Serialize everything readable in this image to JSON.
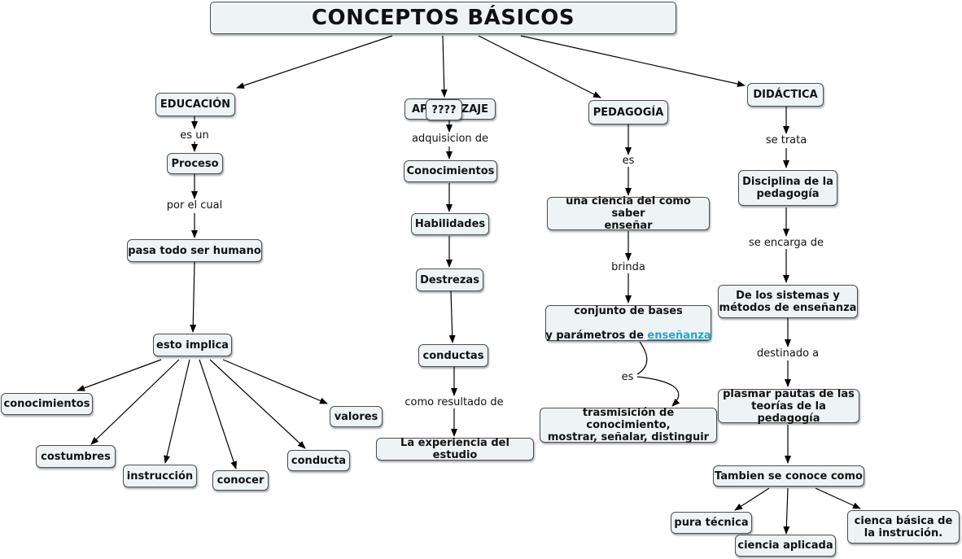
{
  "title": "CONCEPTOS BÁSICOS",
  "nodes": {
    "educacion": "EDUCACIÓN",
    "proceso": "Proceso",
    "pasa": "pasa todo ser humano",
    "implica": "esto implica",
    "conocimientos_e": "conocimientos",
    "costumbres": "costumbres",
    "instruccion": "instrucción",
    "conocer": "conocer",
    "conducta": "conducta",
    "valores": "valores",
    "aprendizaje_a": "AP",
    "aprendizaje_b": "ZAJE",
    "aprendizaje_overlay": "????",
    "conocimientos": "Conocimientos",
    "habilidades": "Habilidades",
    "destrezas": "Destrezas",
    "conductas": "conductas",
    "experiencia": "La experiencia del estudio",
    "pedagogia": "PEDAGOGÍA",
    "ciencia": "una ciencia del como saber\nenseñar",
    "conjunto_line1": "conjunto de bases",
    "conjunto_line2": "y parámetros de ",
    "conjunto_link": "enseñanza",
    "trasmision": "trasmisición de conocimiento,\nmostrar, señalar, distinguir",
    "didactica": "DIDÁCTICA",
    "disciplina": "Disciplina de la\npedagogía",
    "sistemas": "De los sistemas y\nmétodos de enseñanza",
    "plasmar": "plasmar pautas de las\nteorías de la pedagogía",
    "tambien": "Tambien se conoce como",
    "pura": "pura técnica",
    "aplicada": "ciencia aplicada",
    "basica": "cienca básica de\nla instrución."
  },
  "links": {
    "es_un": "es un",
    "por_el_cual": "por el cual",
    "adquisicion_de": "adquisicion de",
    "como_resultado_de": "como resultado de",
    "es_1": "es",
    "brinda": "brinda",
    "es_2": "es",
    "se_trata": "se trata",
    "se_encarga_de": "se encarga de",
    "destinado_a": "destinado a"
  },
  "colors": {
    "node_fill": "#eef4f6",
    "node_border": "#4a4f52",
    "hyperlink": "#1aa7d6",
    "edge": "#000000"
  }
}
